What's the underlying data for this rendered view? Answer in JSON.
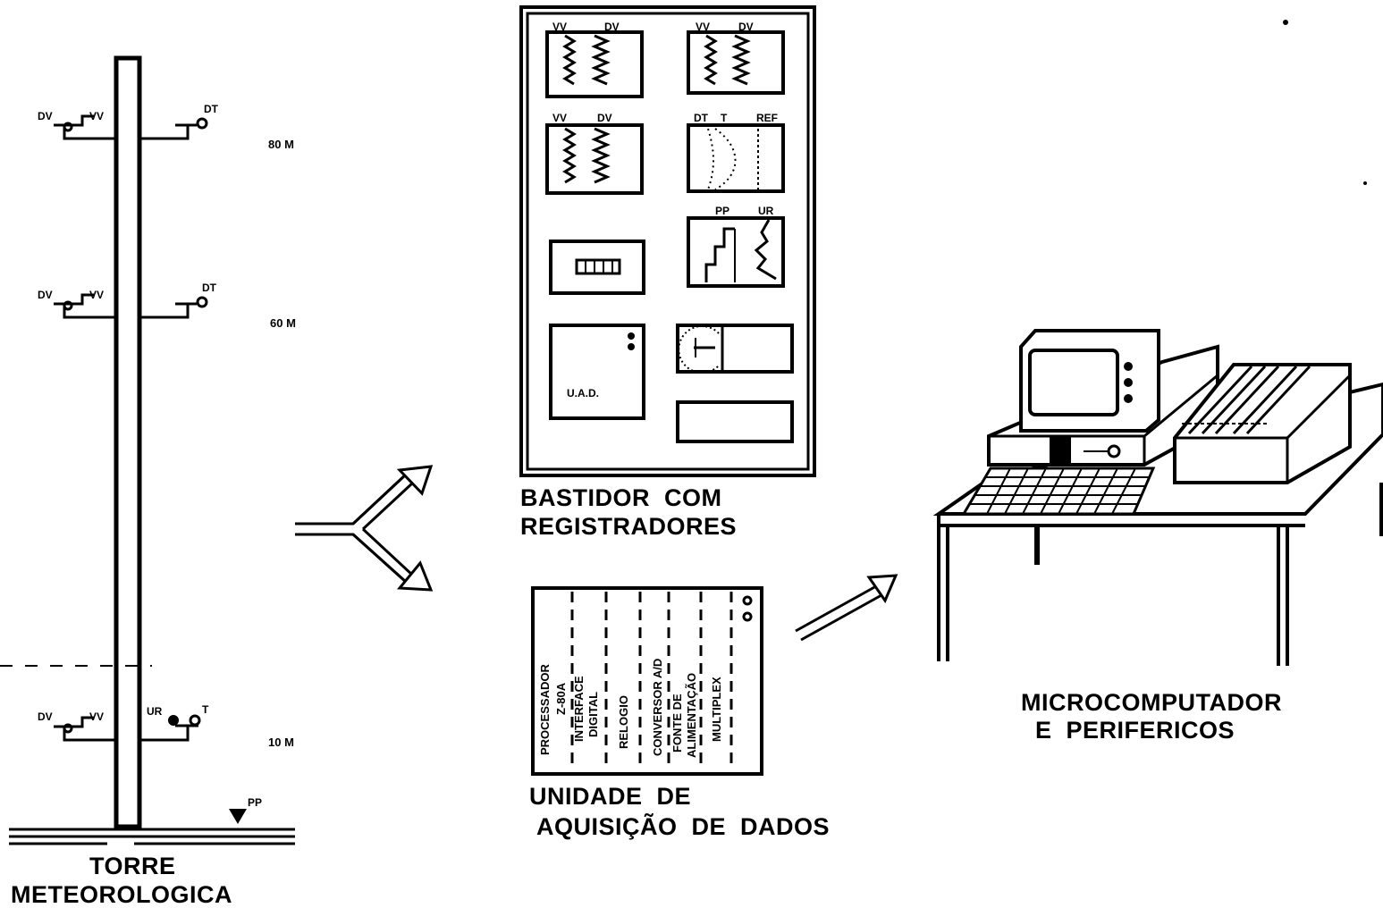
{
  "tower": {
    "title_line1": "TORRE",
    "title_line2": "METEOROLOGICA",
    "levels": [
      {
        "height": "80 M",
        "left_a": "DV",
        "left_b": "VV",
        "right_a": "",
        "right_b": "DT"
      },
      {
        "height": "60 M",
        "left_a": "DV",
        "left_b": "VV",
        "right_a": "",
        "right_b": "DT"
      },
      {
        "height": "10 M",
        "left_a": "DV",
        "left_b": "VV",
        "right_a": "UR",
        "right_b": "T"
      }
    ],
    "ground_sensor": "PP"
  },
  "rack": {
    "title_line1": "BASTIDOR  COM",
    "title_line2": "REGISTRADORES",
    "chart1": {
      "a": "VV",
      "b": "DV"
    },
    "chart2": {
      "a": "VV",
      "b": "DV"
    },
    "chart3": {
      "a": "VV",
      "b": "DV"
    },
    "chart4": {
      "a": "DT",
      "b": "T",
      "c": "REF"
    },
    "chart5": {
      "a": "PP",
      "b": "UR"
    },
    "uad": "U.A.D."
  },
  "daq": {
    "title_line1": "UNIDADE  DE",
    "title_line2": "AQUISIÇÃO  DE  DADOS",
    "modules": [
      {
        "line1": "PROCESSADOR",
        "line2": "Z-80A"
      },
      {
        "line1": "INTERFACE",
        "line2": "DIGITAL"
      },
      {
        "line1": "RELOGIO",
        "line2": ""
      },
      {
        "line1": "CONVERSOR A/D",
        "line2": ""
      },
      {
        "line1": "FONTE  DE",
        "line2": "ALIMENTAÇÃO"
      },
      {
        "line1": "MULTIPLEX",
        "line2": ""
      }
    ]
  },
  "computer": {
    "title_line1": "MICROCOMPUTADOR",
    "title_line2": "E  PERIFERICOS"
  }
}
